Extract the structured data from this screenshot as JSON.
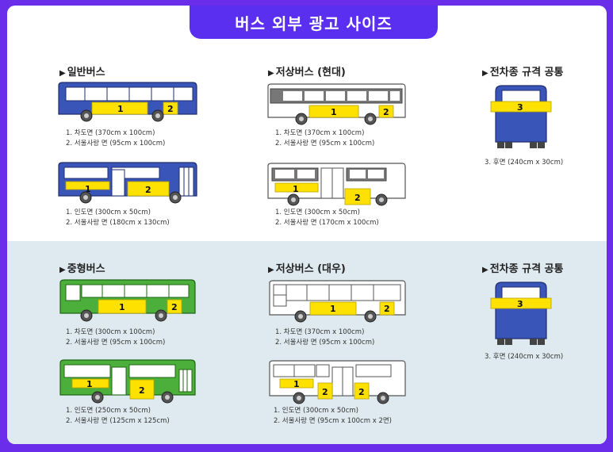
{
  "title": "버스 외부 광고 사이즈",
  "sections": [
    {
      "id": "regular",
      "title": "일반버스",
      "specs_a": [
        "1. 차도면 (370cm x 100cm)",
        "2. 서울사랑 면 (95cm x 100cm)"
      ],
      "specs_b": [
        "1. 인도면 (300cm x 50cm)",
        "2. 서울사랑 면 (180cm x 130cm)"
      ]
    },
    {
      "id": "lowfloor-hyundai",
      "title": "저상버스 (현대)",
      "specs_a": [
        "1. 차도면 (370cm x 100cm)",
        "2. 서울사랑 면 (95cm x 100cm)"
      ],
      "specs_b": [
        "1. 인도면 (300cm x 50cm)",
        "2. 서울사랑 면 (170cm x 100cm)"
      ]
    },
    {
      "id": "common-top",
      "title": "전차종 규격 공통",
      "specs_a": [
        "3. 후면 (240cm x 30cm)"
      ]
    },
    {
      "id": "midsize",
      "title": "중형버스",
      "specs_a": [
        "1. 차도면 (300cm x 100cm)",
        "2. 서울사랑 면 (95cm x 100cm)"
      ],
      "specs_b": [
        "1. 인도면 (250cm x 50cm)",
        "2. 서울사랑 면 (125cm x 125cm)"
      ]
    },
    {
      "id": "lowfloor-daewoo",
      "title": "저상버스 (대우)",
      "specs_a": [
        "1. 차도면 (370cm x 100cm)",
        "2. 서울사랑 면 (95cm x 100cm)"
      ],
      "specs_b": [
        "1. 인도면 (300cm x 50cm)",
        "2. 서울사랑 면 (95cm x 100cm x 2면)"
      ]
    },
    {
      "id": "common-bottom",
      "title": "전차종 규격 공통",
      "specs_a": [
        "3. 후면 (240cm x 30cm)"
      ]
    }
  ],
  "ad_labels": {
    "one": "1",
    "two": "2",
    "three": "3"
  },
  "colors": {
    "frame": "#6a2dea",
    "title_tab": "#5a2ff0",
    "blue_bus": "#3a55b8",
    "green_bus": "#4caf3c",
    "white_bus": "#ffffff",
    "ad": "#ffe100",
    "lower_bg": "#deeaf0"
  }
}
